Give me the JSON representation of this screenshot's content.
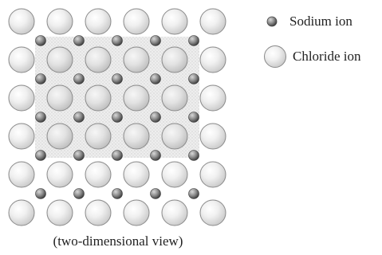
{
  "legend": {
    "sodium_label": "Sodium ion",
    "chloride_label": "Chloride ion"
  },
  "caption": "(two-dimensional view)",
  "lattice": {
    "chloride_rows": 6,
    "chloride_cols": 6,
    "sodium_rows": 5,
    "sodium_cols": 5,
    "shaded_chloride_rows": [
      1,
      2,
      3
    ],
    "shaded_chloride_cols": [
      1,
      2,
      3,
      4
    ]
  },
  "colors": {
    "chloride_light": "#f4f4f4",
    "chloride_mid": "#dcdcdc",
    "chloride_edge": "#8a8a8a",
    "sodium_light": "#c4c4c4",
    "sodium_dark": "#4a4a4a",
    "shade_region": "#e6e6e6"
  }
}
